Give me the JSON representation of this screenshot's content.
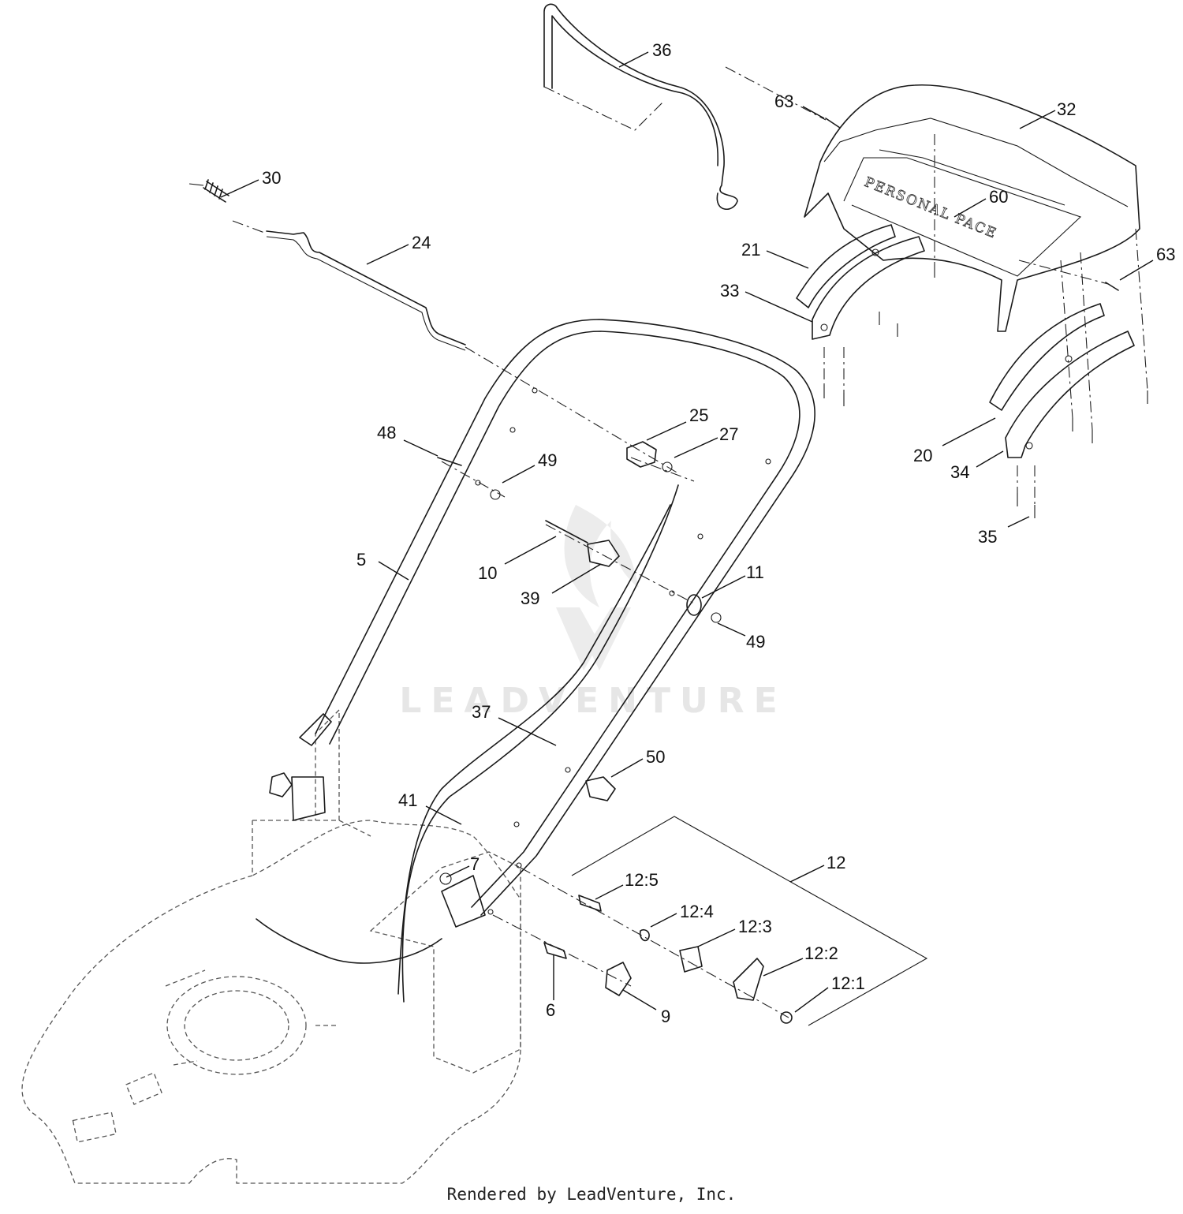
{
  "callouts": [
    "36",
    "63",
    "32",
    "30",
    "60",
    "24",
    "21",
    "63",
    "33",
    "25",
    "48",
    "27",
    "49",
    "20",
    "34",
    "35",
    "5",
    "10",
    "11",
    "39",
    "49",
    "37",
    "50",
    "41",
    "12",
    "7",
    "12:5",
    "12:4",
    "12:3",
    "12:2",
    "12:1",
    "6",
    "9"
  ],
  "watermark": "LEADVENTURE",
  "part_embossing": "PERSONAL PACE",
  "footer": "Rendered by LeadVenture, Inc."
}
